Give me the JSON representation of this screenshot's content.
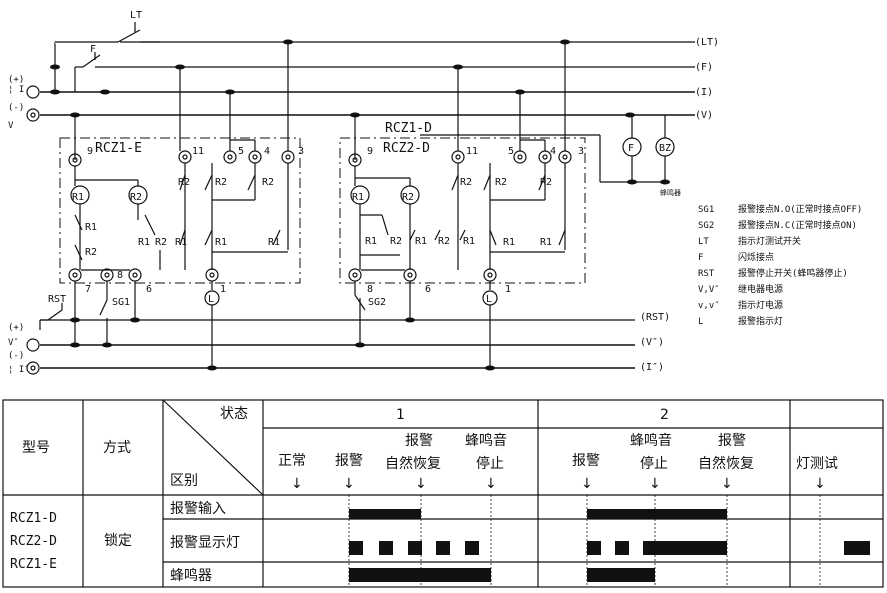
{
  "circuit": {
    "bus_labels": [
      "(LT)",
      "(F)",
      "(I)",
      "(V)",
      "(RST)",
      "(V″)",
      "(I″)"
    ],
    "supply_labels": {
      "plus": "(+)",
      "i_sym": "¦ I",
      "v": "V",
      "minus": "(-)",
      "plus2": "(+)",
      "v2": "V″",
      "minus2": "(-)",
      "i2": "¦ I″"
    },
    "lt": "LT",
    "f": "F",
    "rst": "RST",
    "sg1": "SG1",
    "sg2": "SG2",
    "rcz1_e": "RCZ1-E",
    "rcz1_d": "RCZ1-D",
    "rcz2_d": "RCZ2-D",
    "buzzer_caption": "蜂鸣器",
    "f_coil": "F",
    "bz_coil": "BZ",
    "terminals": [
      "9",
      "11",
      "5",
      "4",
      "3",
      "7",
      "8",
      "6",
      "1"
    ],
    "r1": "R1",
    "r2": "R2",
    "l": "L"
  },
  "legend": [
    {
      "key": "SG1",
      "text": "报警接点N.O(正常时接点OFF)"
    },
    {
      "key": "SG2",
      "text": "报警接点N.C(正常时接点ON)"
    },
    {
      "key": "LT",
      "text": "指示灯测试开关"
    },
    {
      "key": "F",
      "text": "闪烁接点"
    },
    {
      "key": "RST",
      "text": "报警停止开关(蜂鸣器停止)"
    },
    {
      "key": "V,V″",
      "text": "继电器电源"
    },
    {
      "key": "v,v″",
      "text": "指示灯电源"
    },
    {
      "key": "L",
      "text": "报警指示灯"
    }
  ],
  "table": {
    "h_model": "型号",
    "h_method": "方式",
    "h_state": "状态",
    "h_diff": "区别",
    "state1": "1",
    "state2": "2",
    "s1_cols": [
      {
        "l1": "",
        "l2": "正常"
      },
      {
        "l1": "",
        "l2": "报警"
      },
      {
        "l1": "报警",
        "l2": "自然恢复"
      },
      {
        "l1": "蜂鸣音",
        "l2": "停止"
      }
    ],
    "s2_cols": [
      {
        "l1": "",
        "l2": "报警"
      },
      {
        "l1": "蜂鸣音",
        "l2": "停止"
      },
      {
        "l1": "报警",
        "l2": "自然恢复"
      }
    ],
    "s3_col": {
      "l1": "",
      "l2": "灯测试"
    },
    "arrow": "↓",
    "models": [
      "RCZ1-D",
      "RCZ2-D",
      "RCZ1-E"
    ],
    "method": "锁定",
    "rows": [
      "报警输入",
      "报警显示灯",
      "蜂鸣器"
    ]
  }
}
